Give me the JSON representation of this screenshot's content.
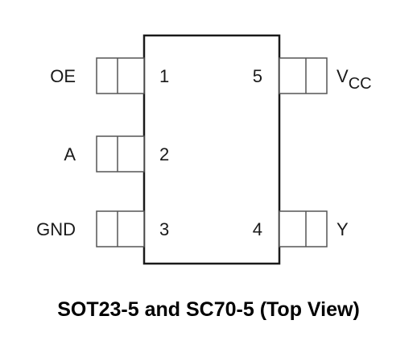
{
  "package": {
    "caption": "SOT23-5 and SC70-5 (Top View)"
  },
  "pins": [
    {
      "number": "1",
      "label": "OE"
    },
    {
      "number": "2",
      "label": "A"
    },
    {
      "number": "3",
      "label": "GND"
    },
    {
      "number": "4",
      "label": "Y"
    },
    {
      "number": "5",
      "label_main": "V",
      "label_sub": "CC"
    }
  ],
  "colors": {
    "outline": "#1a1a1a",
    "pin_outline": "#555555"
  }
}
